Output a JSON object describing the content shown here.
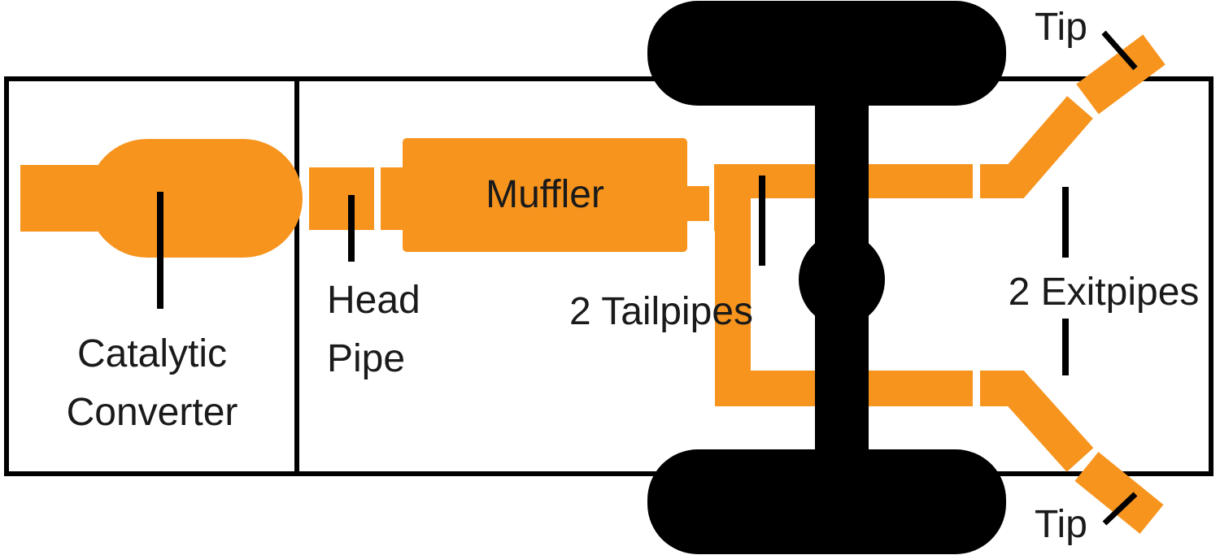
{
  "diagram": {
    "type": "exhaust-system-top-view",
    "colors": {
      "pipe_orange": "#F7941E",
      "chassis_black": "#000000",
      "text_black": "#1A1A1A",
      "background": "#FFFFFF"
    },
    "labels": {
      "catalytic_converter": "Catalytic Converter",
      "head_pipe": "Head Pipe",
      "muffler": "Muffler",
      "tailpipes": "2 Tailpipes",
      "exitpipes": "2 Exitpipes",
      "tip_top": "Tip",
      "tip_bottom": "Tip"
    }
  }
}
